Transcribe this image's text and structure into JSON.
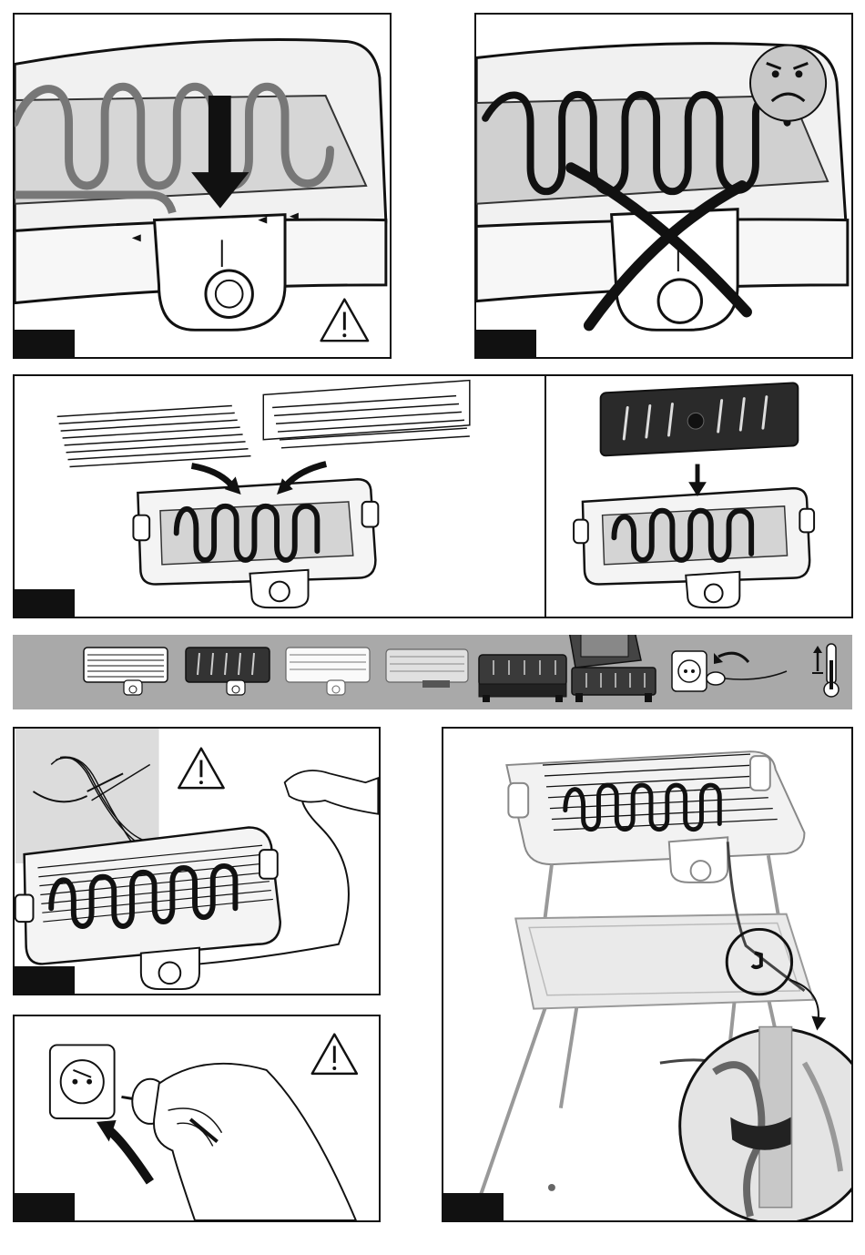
{
  "document": {
    "panels": [
      {
        "id": "insert-element",
        "icons": [
          "down-arrow-icon",
          "warning-triangle-icon"
        ]
      },
      {
        "id": "wrong-insertion",
        "icons": [
          "sad-face-icon",
          "cross-out-icon"
        ]
      },
      {
        "id": "place-wire-grills",
        "icons": [
          "curved-arrow-icon"
        ]
      },
      {
        "id": "place-cast-plate",
        "icons": [
          "down-arrow-icon"
        ]
      },
      {
        "id": "unwind-cord",
        "icons": [
          "warning-triangle-icon",
          "cord-tie-icon"
        ]
      },
      {
        "id": "plug-in",
        "icons": [
          "wall-socket-icon",
          "warning-triangle-icon",
          "curved-arrow-icon"
        ]
      },
      {
        "id": "stand-assembly",
        "icons": [
          "magnifier-circle-icon",
          "cord-clip-icon"
        ]
      }
    ],
    "strip_icons": [
      "grill-wire-icon",
      "grill-plate-icon",
      "grill-wire-open-icon",
      "grill-tray-icon",
      "grill-closed-icon",
      "grill-lid-open-icon",
      "wall-socket-icon",
      "thermometer-icon"
    ]
  }
}
